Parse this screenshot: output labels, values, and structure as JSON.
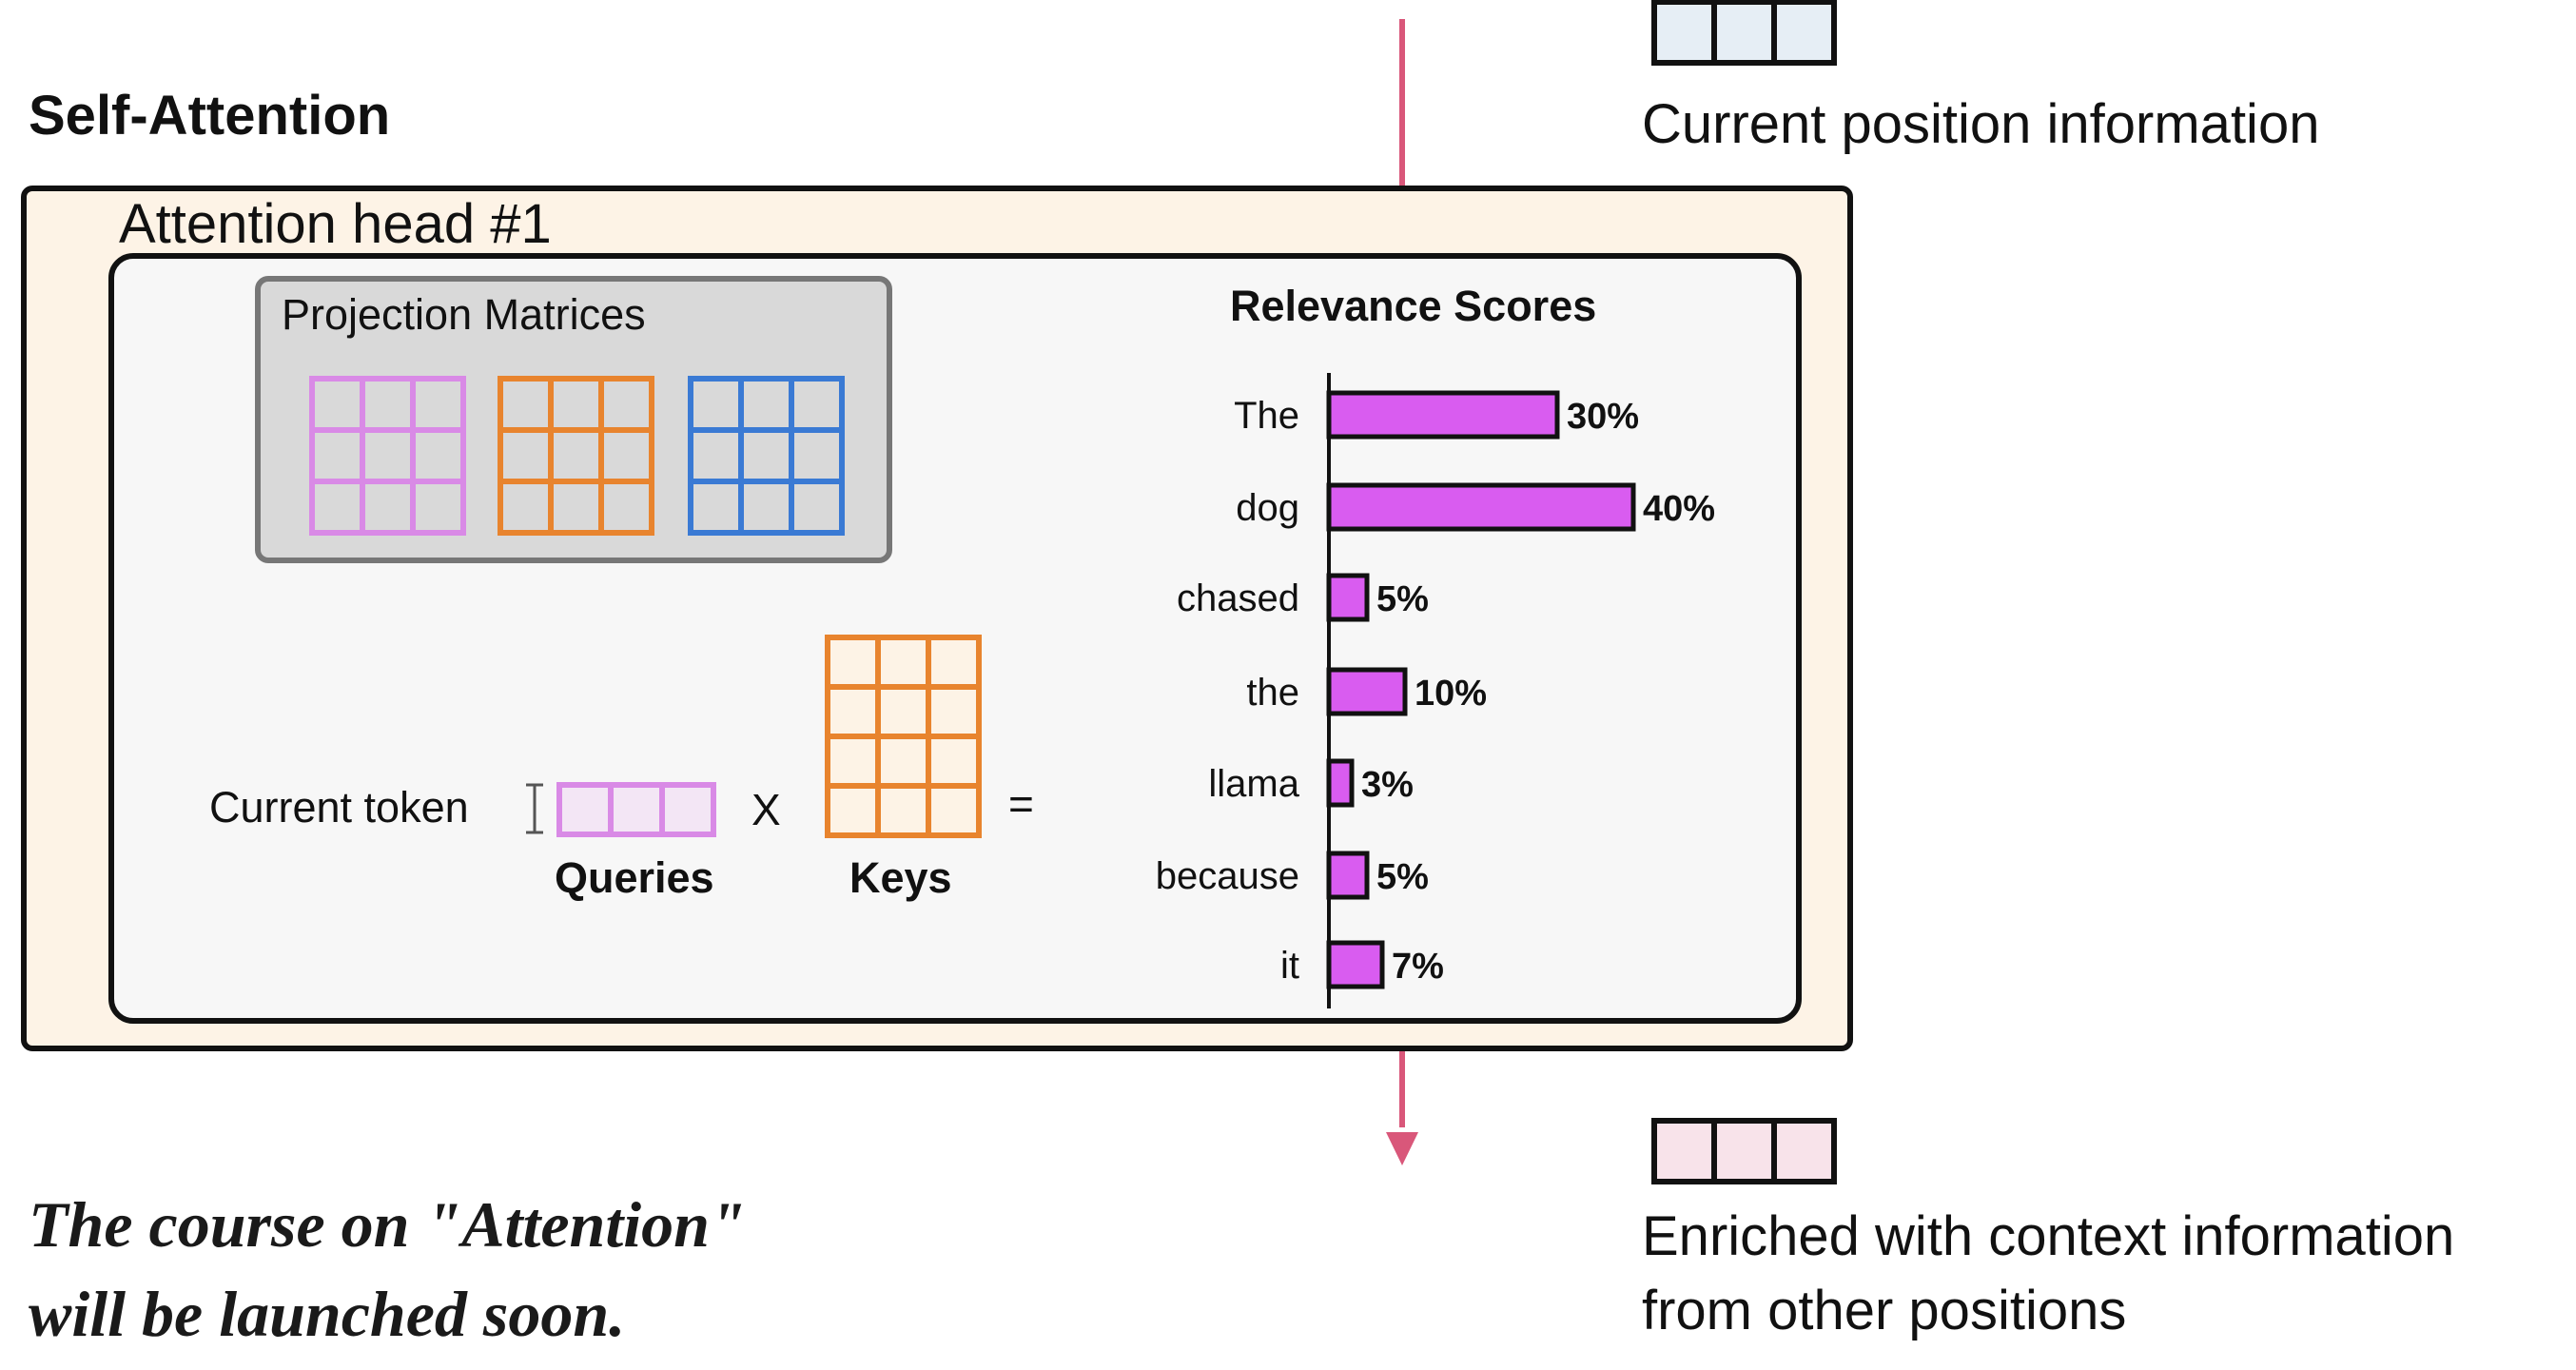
{
  "section_title": "Self-Attention",
  "head_title": "Attention head #1",
  "projection": {
    "title": "Projection Matrices",
    "matrix_colors": [
      "#d98ae6",
      "#e8842e",
      "#3a7ad4"
    ]
  },
  "equation": {
    "current_token_label": "Current token",
    "queries_label": "Queries",
    "times_sign": "X",
    "keys_label": "Keys",
    "equals_sign": "="
  },
  "legend": {
    "current_position": "Current position information",
    "enriched_line1": "Enriched with context information",
    "enriched_line2": "from other positions"
  },
  "footnote": {
    "line1": "The course on \"Attention\"",
    "line2": "will be launched soon."
  },
  "colors": {
    "outer_fill": "#fdf3e6",
    "inner_fill": "#f7f7f7",
    "bar_fill": "#d95cf0",
    "arrow": "#d9577a",
    "query_fill": "#f3e6f5",
    "top_vector_fill": "#e6eef5",
    "bottom_vector_fill": "#f8e3ea"
  },
  "chart_data": {
    "type": "bar",
    "orientation": "horizontal",
    "title": "Relevance Scores",
    "categories": [
      "The",
      "dog",
      "chased",
      "the",
      "llama",
      "because",
      "it"
    ],
    "values": [
      30,
      40,
      5,
      10,
      3,
      5,
      7
    ],
    "value_labels": [
      "30%",
      "40%",
      "5%",
      "10%",
      "3%",
      "5%",
      "7%"
    ],
    "unit": "%"
  }
}
